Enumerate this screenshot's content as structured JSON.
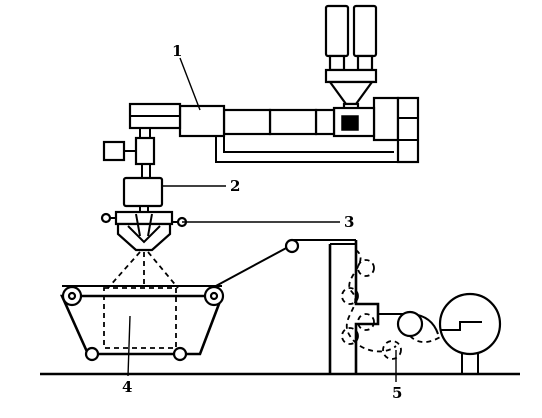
{
  "labels": {
    "extruder": "1",
    "spin_pack": "2",
    "spinneret_assembly": "3",
    "conveyor": "4",
    "winding_unit": "5"
  },
  "icons": {
    "extruder": "extruder-icon",
    "hopper": "hopper-icon",
    "spin_pack": "spin-pack-icon",
    "spinneret": "spinneret-icon",
    "conveyor": "conveyor-belt-icon",
    "winder": "winder-roll-icon"
  }
}
